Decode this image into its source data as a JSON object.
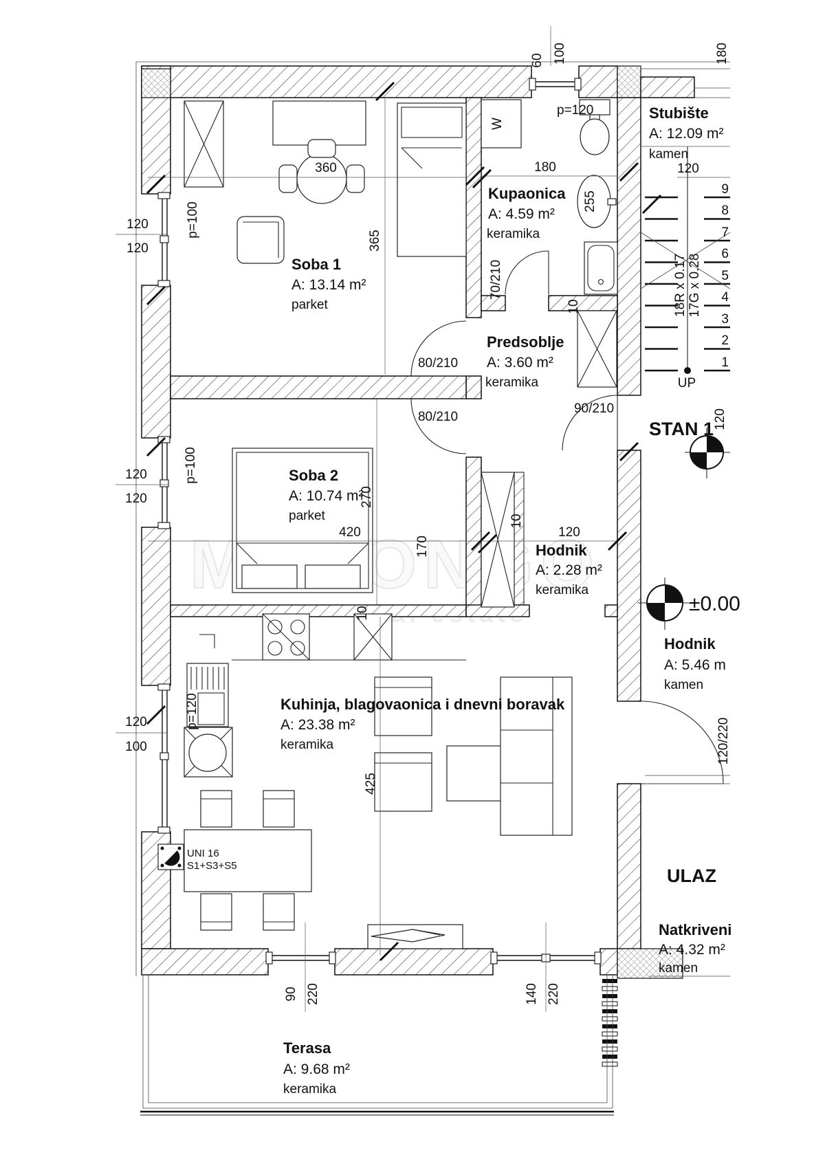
{
  "plan": {
    "title": "STAN 1",
    "watermark": {
      "line1": "MOLONGO",
      "line2": "real estate"
    },
    "labels": {
      "ulaz": "ULAZ",
      "up": "UP",
      "level": "±0.00",
      "riser": "18R x 0.17",
      "going": "17G x 0.28",
      "vent_line1": "UNI 16",
      "vent_line2": "S1+S3+S5",
      "washer": "W"
    },
    "rooms": {
      "stubiste": {
        "name": "Stubište",
        "area": "A: 12.09  m²",
        "floor": "kamen"
      },
      "kupaonica": {
        "name": "Kupaonica",
        "area": "A: 4.59  m²",
        "floor": "keramika"
      },
      "soba1": {
        "name": "Soba 1",
        "area": "A: 13.14  m²",
        "floor": "parket"
      },
      "predsoblje": {
        "name": "Predsoblje",
        "area": "A: 3.60  m²",
        "floor": "keramika"
      },
      "soba2": {
        "name": "Soba 2",
        "area": "A: 10.74  m²",
        "floor": "parket"
      },
      "hodnik_mali": {
        "name": "Hodnik",
        "area": "A: 2.28  m²",
        "floor": "keramika"
      },
      "hodnik": {
        "name": "Hodnik",
        "area": "A: 5.46  m",
        "floor": "kamen"
      },
      "kuhinja": {
        "name": "Kuhinja, blagovaonica i dnevni boravak",
        "area": "A: 23.38  m²",
        "floor": "keramika"
      },
      "terasa": {
        "name": "Terasa",
        "area": "A: 9.68  m²",
        "floor": "keramika"
      },
      "natkriveni": {
        "name": "Natkriveni",
        "area": "A: 4.32  m²",
        "floor": "kamen"
      }
    },
    "stairs": {
      "numbers": [
        "9",
        "8",
        "7",
        "6",
        "5",
        "4",
        "3",
        "2",
        "1"
      ]
    },
    "dims": {
      "top_win_w": "60",
      "top_win_h": "100",
      "top_win_p": "p=120",
      "bath_width": "180",
      "sink_depth": "255",
      "door_bath": "70/210",
      "door_soba1": "80/210",
      "door_soba2": "80/210",
      "door_entry": "90/210",
      "door_main": "120/220",
      "stair_width": "120",
      "stair_side": "120",
      "win1_top": "120",
      "win1_bot": "120",
      "win1_p": "p=100",
      "win2_top": "120",
      "win2_bot": "120",
      "win2_p": "p=100",
      "win3_top": "120",
      "win3_bot": "100",
      "win3_p": "p=120",
      "soba1_depth": "365",
      "table": "360",
      "soba2_depth": "270",
      "soba2_width": "420",
      "hodnik_len": "170",
      "hodnik_w": "120",
      "living_depth": "425",
      "terrace_door_w": "90",
      "terrace_door_h": "220",
      "living_win_w": "140",
      "living_win_h": "220",
      "wall_thk": "10",
      "edge_note": "180"
    }
  }
}
